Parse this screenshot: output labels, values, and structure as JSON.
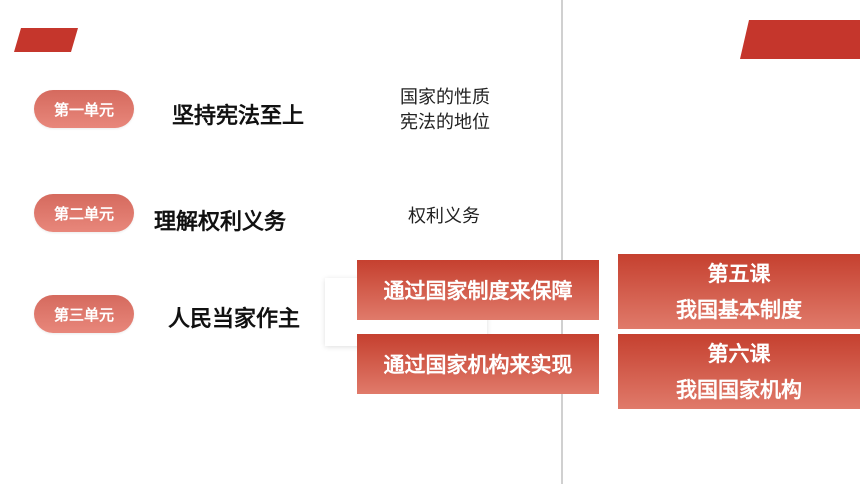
{
  "units": [
    {
      "badge": "第一单元",
      "title": "坚持宪法至上",
      "topics": [
        "国家的性质",
        "宪法的地位"
      ]
    },
    {
      "badge": "第二单元",
      "title": "理解权利义务",
      "topics": [
        "权利义务"
      ]
    },
    {
      "badge": "第三单元",
      "title": "人民当家作主"
    }
  ],
  "routes": [
    {
      "label": "通过国家制度来保障"
    },
    {
      "label": "通过国家机构来实现"
    }
  ],
  "lessons": [
    {
      "line1": "第五课",
      "line2": "我国基本制度"
    },
    {
      "line1": "第六课",
      "line2": "我国国家机构"
    }
  ],
  "colors": {
    "accent": "#c5362c",
    "pill": "#e07a6e"
  }
}
